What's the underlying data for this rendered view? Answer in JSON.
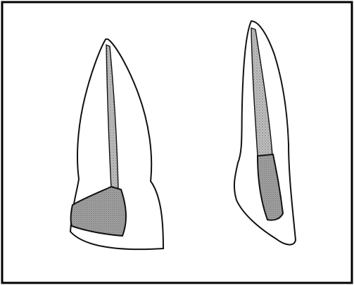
{
  "figure": {
    "colors": {
      "background": "#ffffff",
      "outline": "#111111",
      "frame": "#000000",
      "canal_fill": "#bdbdbd",
      "filling_fill": "#a8a8a8",
      "stipple": "#6e6e6e"
    },
    "teeth": [
      {
        "name": "left-tooth",
        "view": "labial",
        "has_root_canal": true,
        "has_coronal_filling": true
      },
      {
        "name": "right-tooth",
        "view": "proximal",
        "has_root_canal": true,
        "has_coronal_filling": true
      }
    ]
  }
}
